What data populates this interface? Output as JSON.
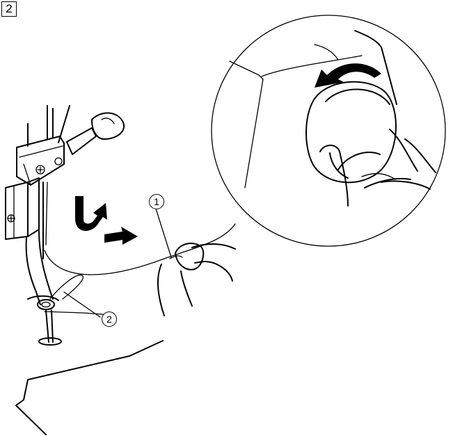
{
  "step_number": "2",
  "callouts": [
    "1",
    "2"
  ],
  "icons": {
    "rotate_arrow": "counterclockwise-arrow-icon",
    "pull_arrow": "right-arrow-icon",
    "lift_arrow": "u-turn-up-arrow-icon"
  }
}
